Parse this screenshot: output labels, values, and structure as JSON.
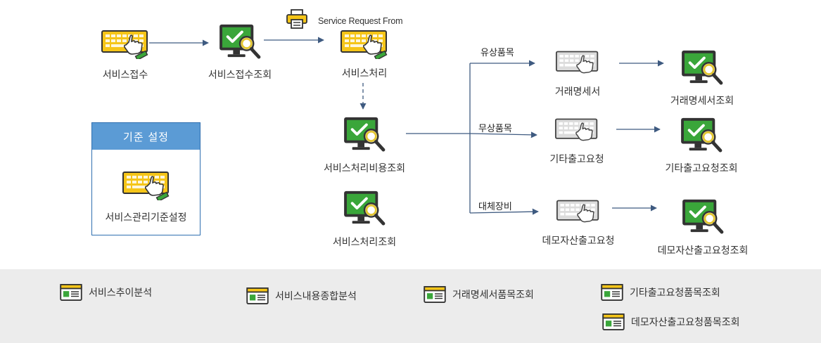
{
  "nodes": {
    "service_reception": "서비스접수",
    "service_reception_inquiry": "서비스접수조회",
    "service_processing": "서비스처리",
    "service_request_form": "Service Request From",
    "service_processing_cost_inquiry": "서비스처리비용조회",
    "service_processing_inquiry": "서비스처리조회",
    "statement": "거래명세서",
    "statement_inquiry": "거래명세서조회",
    "other_shipment_request": "기타출고요청",
    "other_shipment_request_inquiry": "기타출고요청조회",
    "demo_asset_shipment_request": "데모자산출고요청",
    "demo_asset_shipment_request_inquiry": "데모자산출고요청조회"
  },
  "edges": {
    "paid_items": "유상품목",
    "free_items": "무상품목",
    "replacement_equipment": "대체장비"
  },
  "standards_box": {
    "title": "기준 설정",
    "item": "서비스관리기준설정"
  },
  "reports": [
    "서비스추이분석",
    "서비스내용종합분석",
    "거래명세서품목조회",
    "기타출고요청품목조회",
    "데모자산출고요청품목조회"
  ],
  "colors": {
    "keyboard_yellow": "#f5c518",
    "keyboard_gray": "#d4d4d4",
    "monitor_green": "#3aa63a",
    "monitor_frame": "#333333",
    "magnifier": "#e2c531",
    "box_border": "#2f6fb0",
    "box_header": "#5b9bd5",
    "footer_bg": "#ececec",
    "arrow": "#3e5a80"
  }
}
